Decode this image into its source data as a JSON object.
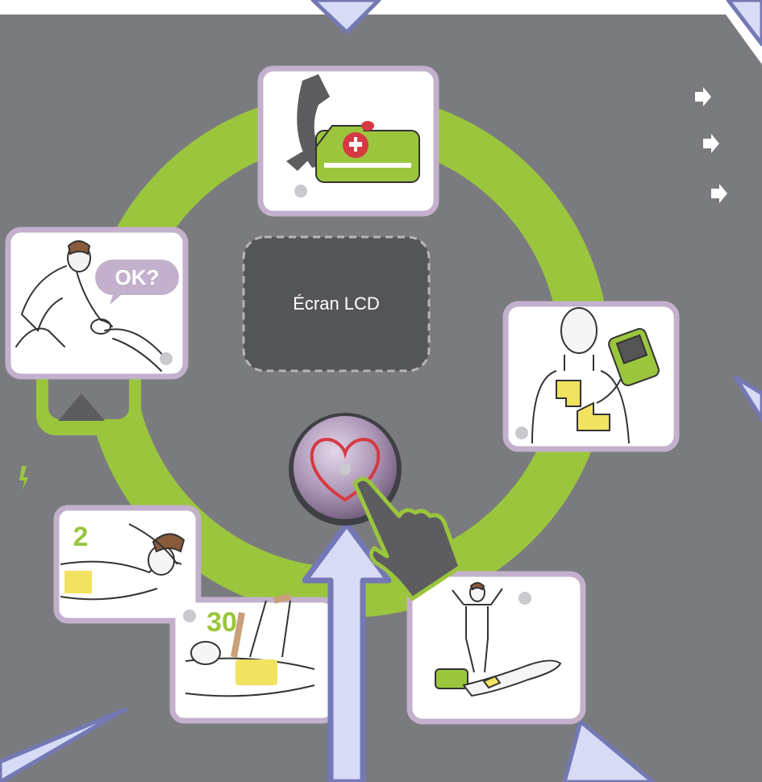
{
  "colors": {
    "background": "#7a7b7f",
    "ring": "#9bc53d",
    "panel_border": "#c3b0cc",
    "arrow_fill": "#d7dbf5",
    "arrow_stroke": "#7478b4",
    "pad_yellow": "#f1e25f",
    "heart": "#d53a43"
  },
  "lcd": {
    "label": "Écran LCD"
  },
  "steps": [
    {
      "id": "check-response",
      "icon": "rescuer-checking-victim-icon",
      "bubble": "OK?"
    },
    {
      "id": "call-emergency",
      "icon": "phone-ambulance-icon"
    },
    {
      "id": "attach-pads",
      "icon": "patient-with-pads-icon"
    },
    {
      "id": "stand-clear",
      "icon": "stand-clear-icon"
    },
    {
      "id": "cpr",
      "icon": "cpr-compressions-icon",
      "compressions": "30",
      "breaths": "2"
    }
  ],
  "controls": {
    "start_button_icon": "heart-icon",
    "up_button_icon": "triangle-up-icon",
    "shock_icon": "lightning-icon"
  }
}
